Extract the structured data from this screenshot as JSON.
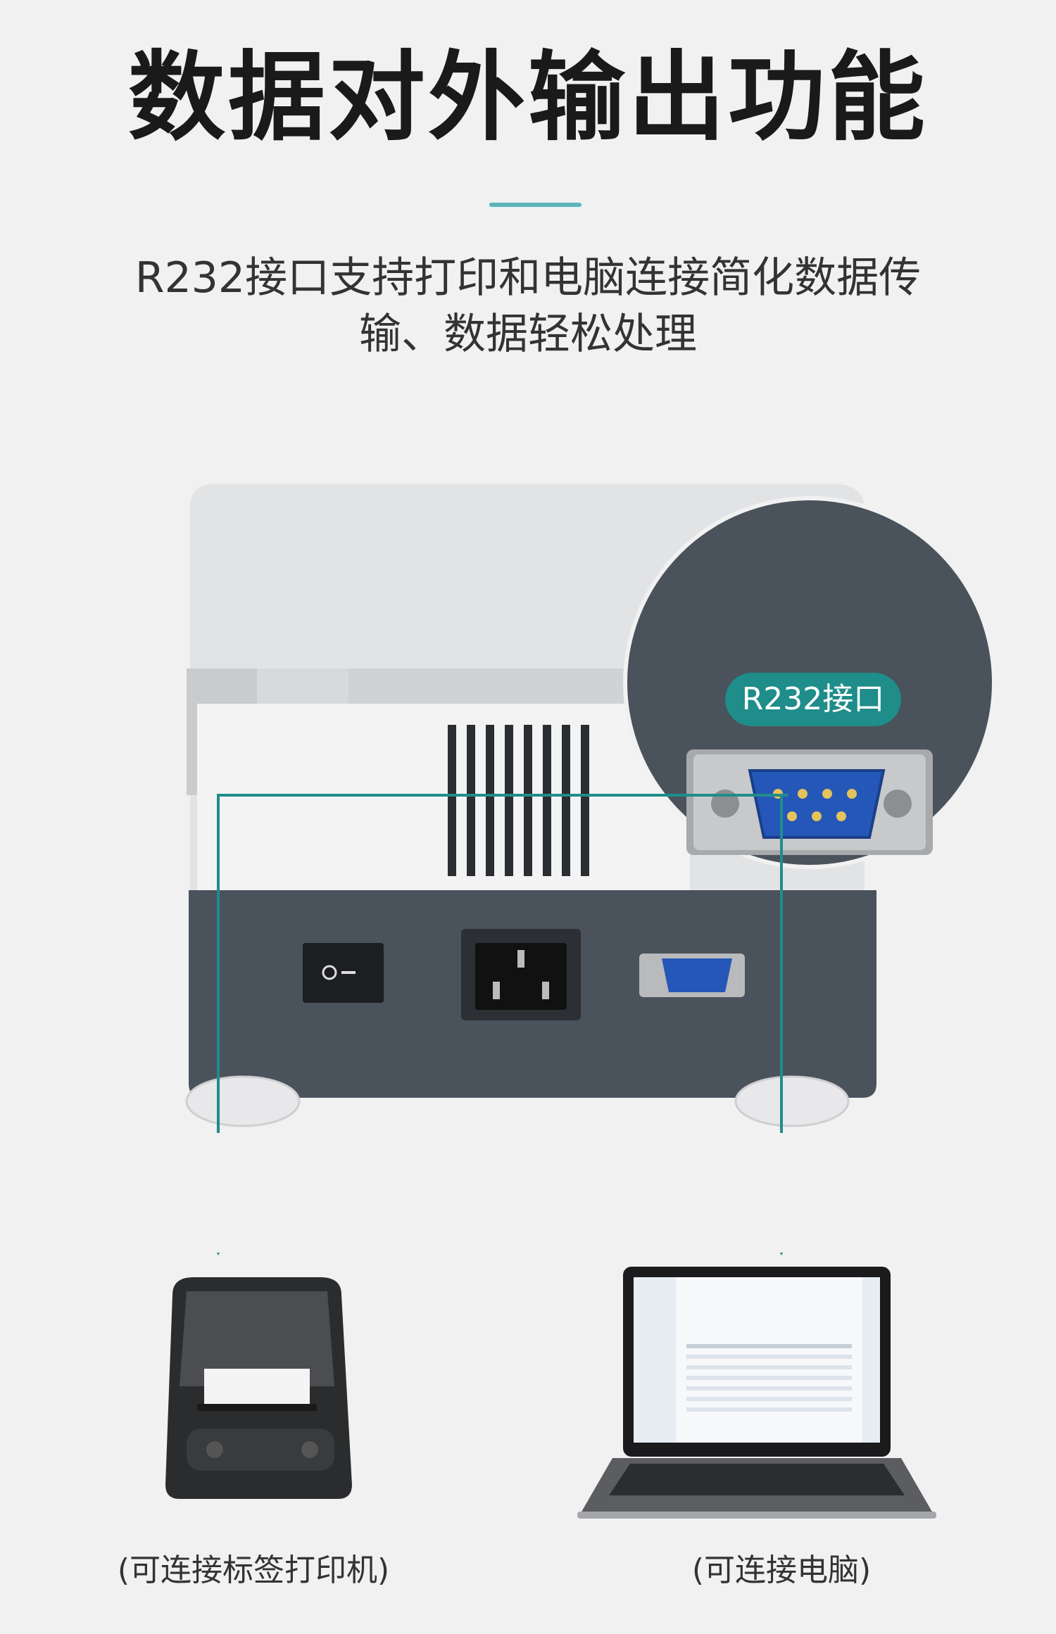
{
  "header": {
    "title": "数据对外输出功能",
    "subtitle_line1": "R232接口支持打印和电脑连接简化数据传",
    "subtitle_line2": "输、数据轻松处理"
  },
  "callout": {
    "label": "R232接口"
  },
  "devices": {
    "printer_caption": "(可连接标签打印机)",
    "computer_caption": "(可连接电脑)"
  },
  "icons": [
    "power-switch-icon",
    "power-socket-icon",
    "serial-port-icon",
    "label-printer-icon",
    "laptop-icon",
    "arrow-down-icon"
  ],
  "colors": {
    "accent": "#1f8d8a",
    "divider": "#5fb3b9",
    "device_body": "#4a525c",
    "connector_blue": "#2557b8"
  }
}
